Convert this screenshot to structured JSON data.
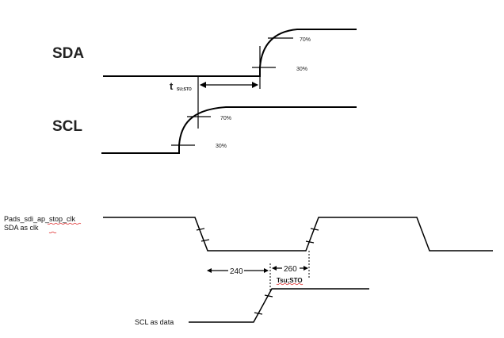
{
  "top_diagram": {
    "sda_label": "SDA",
    "scl_label": "SCL",
    "sda_upper_pct": "70%",
    "sda_lower_pct": "30%",
    "scl_upper_pct": "70%",
    "scl_lower_pct": "30%",
    "t_main": "t",
    "t_sub": "SU;STO"
  },
  "bottom_diagram": {
    "clk_label_line1": "Pads_sdi_ap_stop_clk",
    "clk_label_line2": "SDA as clk",
    "data_label": "SCL as data",
    "value_240": "240",
    "value_260": "260",
    "tsu_label": "Tsu;STO"
  }
}
